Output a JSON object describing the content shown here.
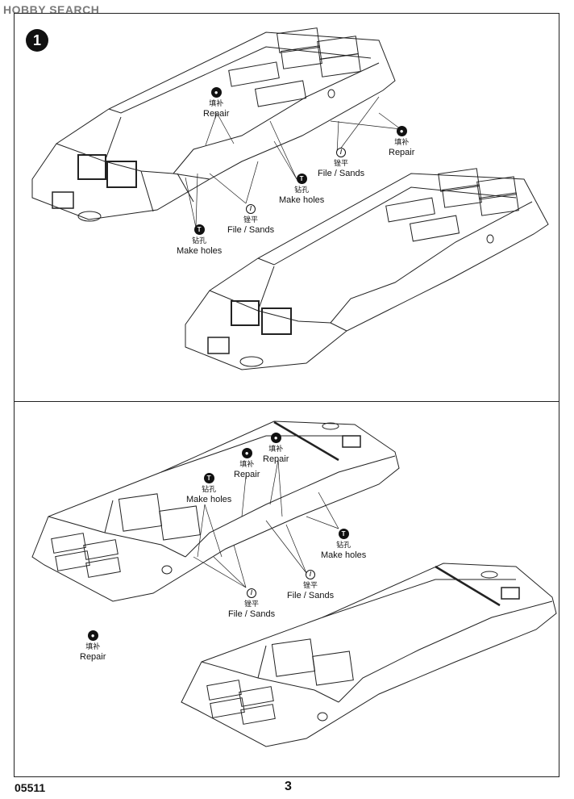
{
  "watermark": {
    "text": "HOBBY SEARCH"
  },
  "step": {
    "number": "1"
  },
  "callouts": {
    "repair_cn": "填补",
    "repair_en": "Repair",
    "file_cn": "锉平",
    "file_en": "File / Sands",
    "holes_cn": "钻孔",
    "holes_en": "Make holes"
  },
  "icons": {
    "repair": "repair-icon",
    "file": "file-icon",
    "holes": "drill-icon"
  },
  "footer": {
    "code": "05511",
    "page": "3"
  }
}
